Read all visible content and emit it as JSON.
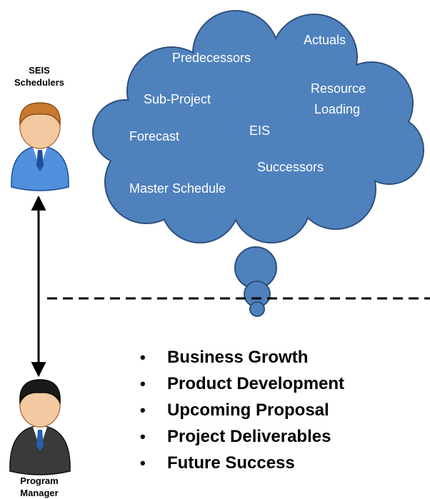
{
  "people": {
    "top": {
      "label": "SEIS\nSchedulers",
      "icon": "scheduler-person-icon",
      "hair": "#c77a2e",
      "suit": "#4f8fdc"
    },
    "bottom": {
      "label": "Program\nManager",
      "icon": "manager-person-icon",
      "hair": "#1a1a1a",
      "suit": "#3a3a3a"
    }
  },
  "cloud": {
    "color": "#4f81bd",
    "outline": "#2c4f7c",
    "words": {
      "predecessors": "Predecessors",
      "actuals": "Actuals",
      "resource": "Resource",
      "loading": "Loading",
      "subproject": "Sub-Project",
      "forecast": "Forecast",
      "eis": "EIS",
      "successors": "Successors",
      "master": "Master Schedule"
    }
  },
  "bullets": [
    "Business Growth",
    "Product Development",
    "Upcoming Proposal",
    "Project Deliverables",
    "Future Success"
  ],
  "bullet_symbol": "•"
}
